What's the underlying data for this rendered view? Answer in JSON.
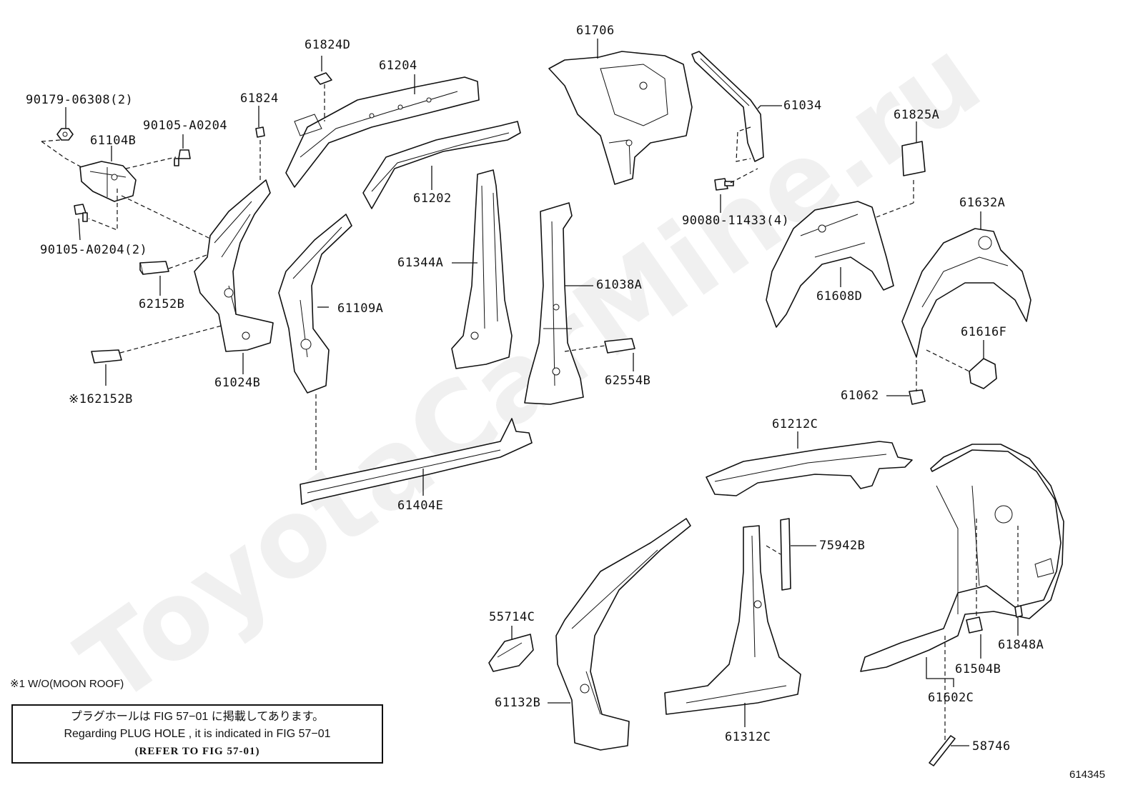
{
  "watermark": "ToyotaCarMine.ru",
  "labels": {
    "p61824D": "61824D",
    "p61204": "61204",
    "p61706": "61706",
    "p61034": "61034",
    "p61825A": "61825A",
    "p90179": "90179-06308(2)",
    "p61824": "61824",
    "p61104B": "61104B",
    "p90105a": "90105-A0204",
    "p90105b": "90105-A0204(2)",
    "p62152B": "62152B",
    "p61024B": "61024B",
    "p162152B": "※162152B",
    "p61202": "61202",
    "p61344A": "61344A",
    "p61109A": "61109A",
    "p61038A": "61038A",
    "p62554B": "62554B",
    "p90080": "90080-11433(4)",
    "p61608D": "61608D",
    "p61632A": "61632A",
    "p61616F": "61616F",
    "p61062": "61062",
    "p61404E": "61404E",
    "p61212C": "61212C",
    "p75942B": "75942B",
    "p55714C": "55714C",
    "p61132B": "61132B",
    "p61312C": "61312C",
    "p61848A": "61848A",
    "p61504B": "61504B",
    "p61602C": "61602C",
    "p58746": "58746"
  },
  "footnote": "※1 W/O(MOON ROOF)",
  "notice": {
    "line_ja": "プラグホールは FIG 57−01 に掲載してあります。",
    "line_en": "Regarding PLUG HOLE , it is indicated in FIG 57−01",
    "line_ref": "(REFER TO FIG 57-01)"
  },
  "figure_number": "614345"
}
